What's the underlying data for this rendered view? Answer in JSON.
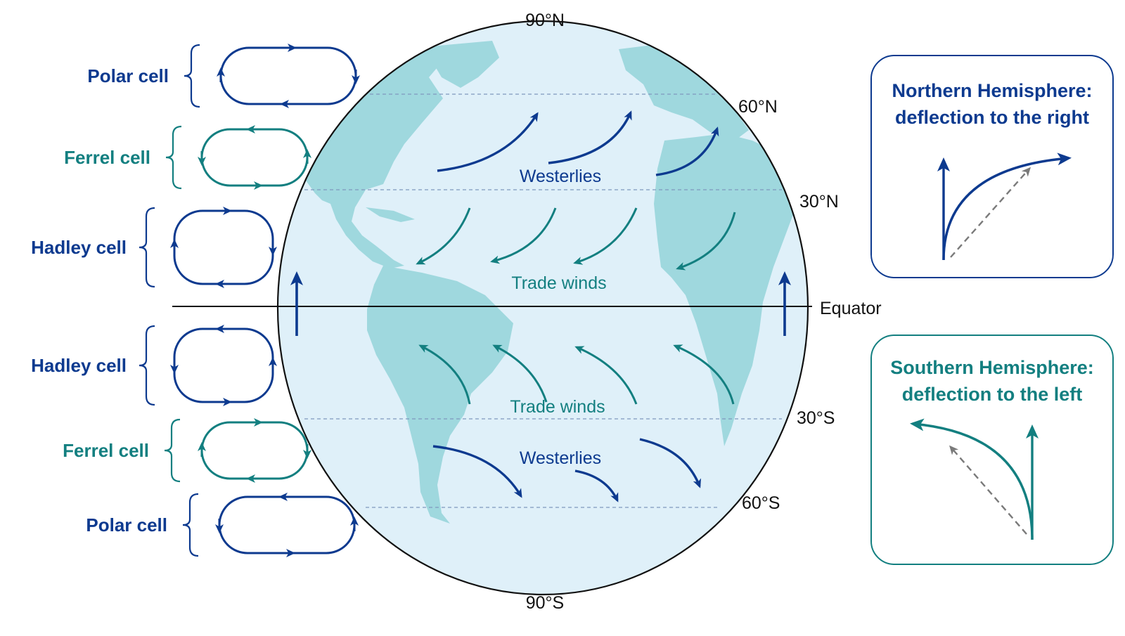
{
  "colors": {
    "blue": "#0d3a8f",
    "teal": "#137f80",
    "ocean": "#dff0f9",
    "land": "#9fd8de",
    "grid_dash": "#7f98bf",
    "outline": "#111111"
  },
  "latitude_labels": {
    "n90": "90°N",
    "n60": "60°N",
    "n30": "30°N",
    "equator": "Equator",
    "s30": "30°S",
    "s60": "60°S",
    "s90": "90°S"
  },
  "cells": [
    {
      "label": "Polar cell",
      "color": "blue"
    },
    {
      "label": "Ferrel cell",
      "color": "teal"
    },
    {
      "label": "Hadley cell",
      "color": "blue"
    },
    {
      "label": "Hadley cell",
      "color": "blue"
    },
    {
      "label": "Ferrel cell",
      "color": "teal"
    },
    {
      "label": "Polar cell",
      "color": "blue"
    }
  ],
  "wind_labels": {
    "north_westerlies": "Westerlies",
    "north_trades": "Trade winds",
    "south_trades": "Trade winds",
    "south_westerlies": "Westerlies"
  },
  "panels": {
    "north": {
      "line1": "Northern Hemisphere:",
      "line2": "deflection to the right"
    },
    "south": {
      "line1": "Southern Hemisphere:",
      "line2": "deflection to the left"
    }
  },
  "icons": {
    "cell_loop": "circulation-loop-icon",
    "brace": "curly-brace-icon",
    "wind_arrow": "curved-arrow-icon"
  }
}
